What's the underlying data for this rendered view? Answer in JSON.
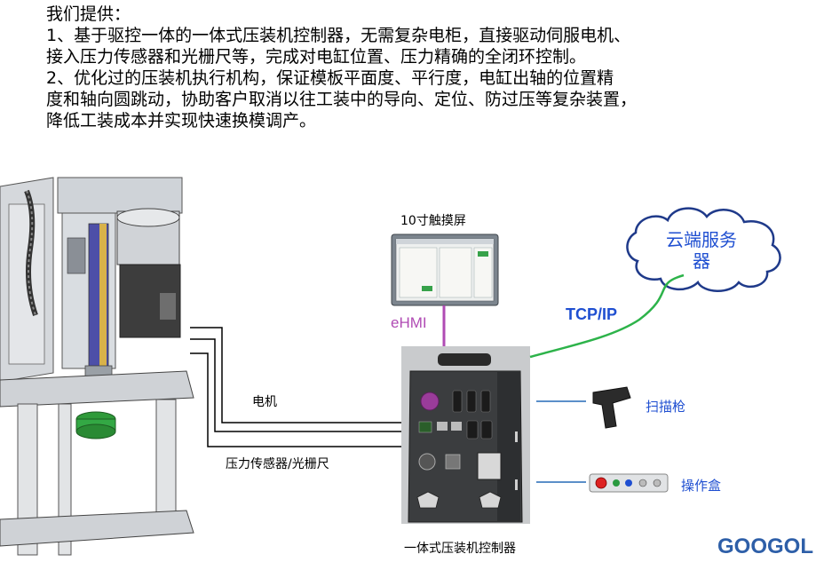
{
  "intro": {
    "lines": [
      "我们提供：",
      "1、基于驱控一体的一体式压装机控制器，无需复杂电柜，直接驱动伺服电机、",
      "接入压力传感器和光栅尺等，完成对电缸位置、压力精确的全闭环控制。",
      "2、优化过的压装机执行机构，保证模板平面度、平行度，电缸出轴的位置精",
      "度和轴向圆跳动，协助客户取消以往工装中的导向、定位、防过压等复杂装置，",
      "降低工装成本并实现快速换模调产。"
    ]
  },
  "diagram": {
    "touchscreen_label": "10寸触摸屏",
    "ehmi_label": "eHMI",
    "cloud_label_line1": "云端服务",
    "cloud_label_line2": "器",
    "tcp_label": "TCP/IP",
    "motor_label": "电机",
    "sensor_label": "压力传感器/光栅尺",
    "controller_label": "一体式压装机控制器",
    "scanner_label": "扫描枪",
    "opbox_label": "操作盒",
    "logo_text": "GOOGOL"
  },
  "colors": {
    "cloud_text": "#1f4fd1",
    "tcp_line": "#2db34a",
    "ehmi_line": "#b04bb4",
    "accessory_line": "#5b8fc9"
  }
}
